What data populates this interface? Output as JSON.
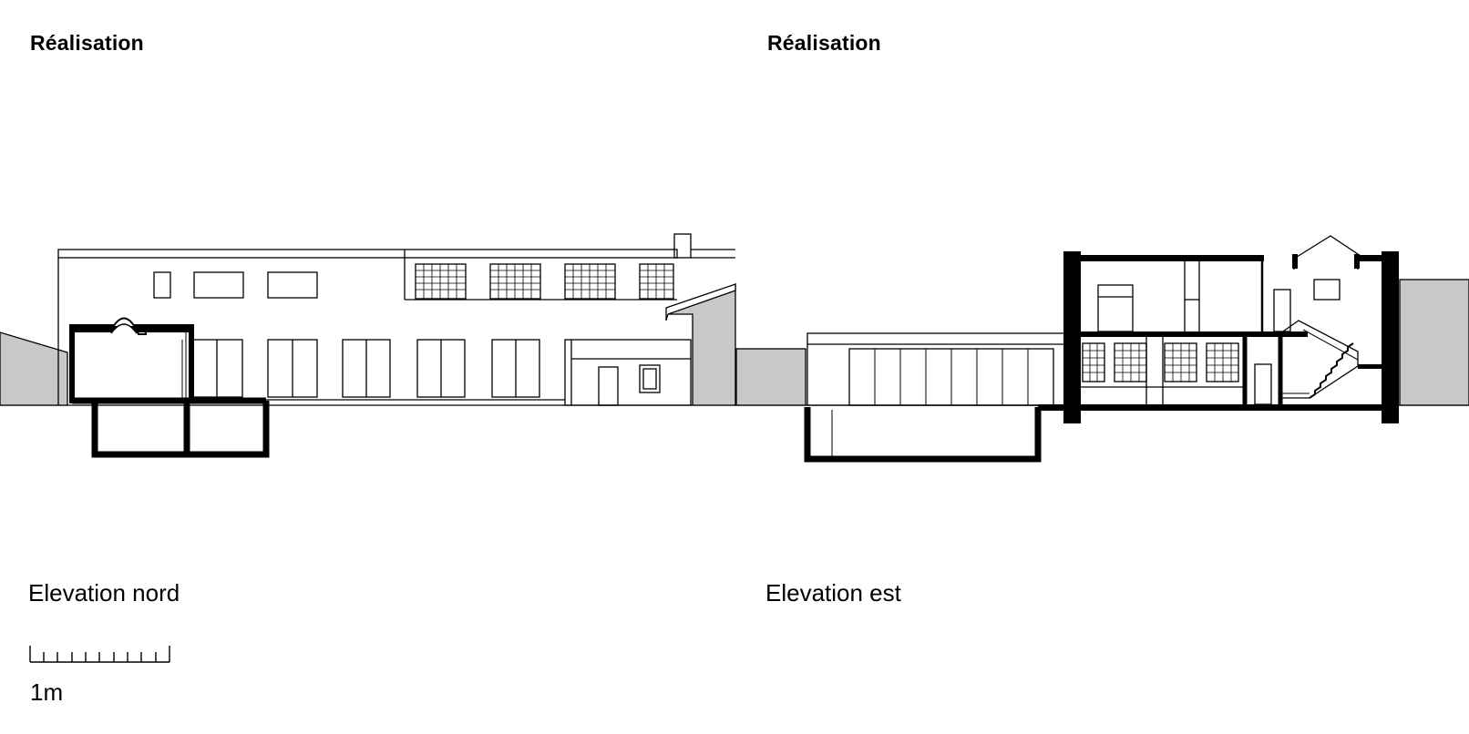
{
  "panels": [
    {
      "heading": "Réalisation",
      "caption": "Elevation nord"
    },
    {
      "heading": "Réalisation",
      "caption": "Elevation est"
    }
  ],
  "scale_bar": {
    "label": "1m",
    "divisions": 10
  },
  "colors": {
    "line": "#000000",
    "neighbour_fill": "#c8c8c8",
    "background": "#ffffff"
  }
}
